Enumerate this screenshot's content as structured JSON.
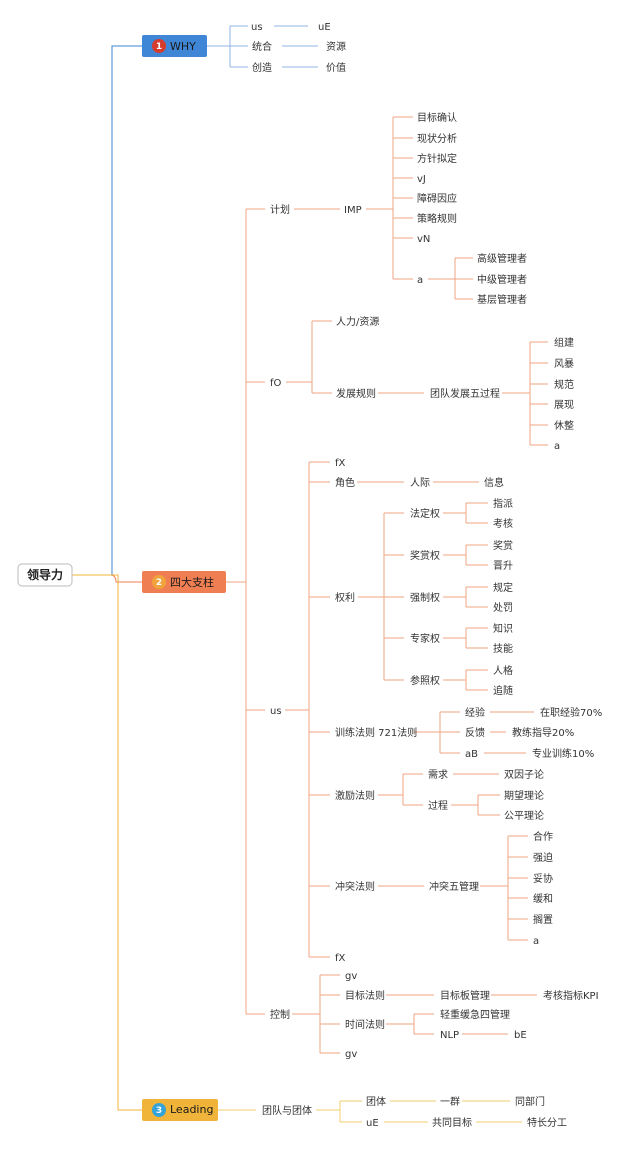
{
  "root": "领导力",
  "colors": {
    "blue": "#3f86d7",
    "orange": "#ef7f53",
    "yellow": "#f0b43b",
    "red_badge": "#d63c2e",
    "teal_badge": "#34a4d8",
    "blue_link": "#8fb4e6",
    "orange_link": "#f2a583",
    "yellow_link": "#f3cc6e"
  },
  "branches": {
    "why": {
      "badge": "1",
      "label": "WHY",
      "rows": [
        {
          "a": "us",
          "b": "uE"
        },
        {
          "a": "统合",
          "b": "资源"
        },
        {
          "a": "创造",
          "b": "价值"
        }
      ]
    },
    "pillars": {
      "badge": "2",
      "label": "四大支柱",
      "plan": {
        "label": "计划",
        "imp": "IMP",
        "steps": [
          "目标确认",
          "现状分析",
          "方针拟定",
          "vJ",
          "障碍因应",
          "策略规则",
          "vN"
        ],
        "a": "a",
        "managers": [
          "高级管理者",
          "中级管理者",
          "基层管理者"
        ]
      },
      "org": {
        "label": "fO",
        "manpower": "人力/资源",
        "dev_rule": "发展规则",
        "five_process": "团队发展五过程",
        "stages": [
          "组建",
          "风暴",
          "规范",
          "展现",
          "休整",
          "a"
        ]
      },
      "lead": {
        "label": "us",
        "fx_top": "fX",
        "role": "角色",
        "interpersonal": "人际",
        "info": "信息",
        "power": "权利",
        "powers": [
          {
            "name": "法定权",
            "items": [
              "指派",
              "考核"
            ]
          },
          {
            "name": "奖赏权",
            "items": [
              "奖赏",
              "晋升"
            ]
          },
          {
            "name": "强制权",
            "items": [
              "规定",
              "处罚"
            ]
          },
          {
            "name": "专家权",
            "items": [
              "知识",
              "技能"
            ]
          },
          {
            "name": "参照权",
            "items": [
              "人格",
              "追随"
            ]
          }
        ],
        "train_rule": "训练法则 721法则",
        "train": [
          {
            "a": "经验",
            "b": "在职经验70%"
          },
          {
            "a": "反馈",
            "b": "教练指导20%"
          },
          {
            "a": "aB",
            "b": "专业训练10%"
          }
        ],
        "motivate_rule": "激励法则",
        "need": "需求",
        "two_factor": "双因子论",
        "process": "过程",
        "expectancy": "期望理论",
        "equity": "公平理论",
        "conflict_rule": "冲突法则",
        "conflict_five": "冲突五管理",
        "conflict_items": [
          "合作",
          "强迫",
          "妥协",
          "缓和",
          "搁置",
          "a"
        ],
        "fx_bottom": "fX"
      },
      "control": {
        "label": "控制",
        "gv_top": "gv",
        "goal_rule": "目标法则",
        "goal_board": "目标板管理",
        "kpi": "考核指标KPI",
        "time_rule": "时间法则",
        "quadrant": "轻重缓急四管理",
        "nlp": "NLP",
        "be": "bE",
        "gv_bottom": "gv"
      }
    },
    "leading": {
      "badge": "3",
      "label": "Leading",
      "team": "团队与团体",
      "rows": [
        {
          "a": "团体",
          "b": "一群",
          "c": "同部门"
        },
        {
          "a": "uE",
          "b": "共同目标",
          "c": "特长分工"
        }
      ]
    }
  }
}
